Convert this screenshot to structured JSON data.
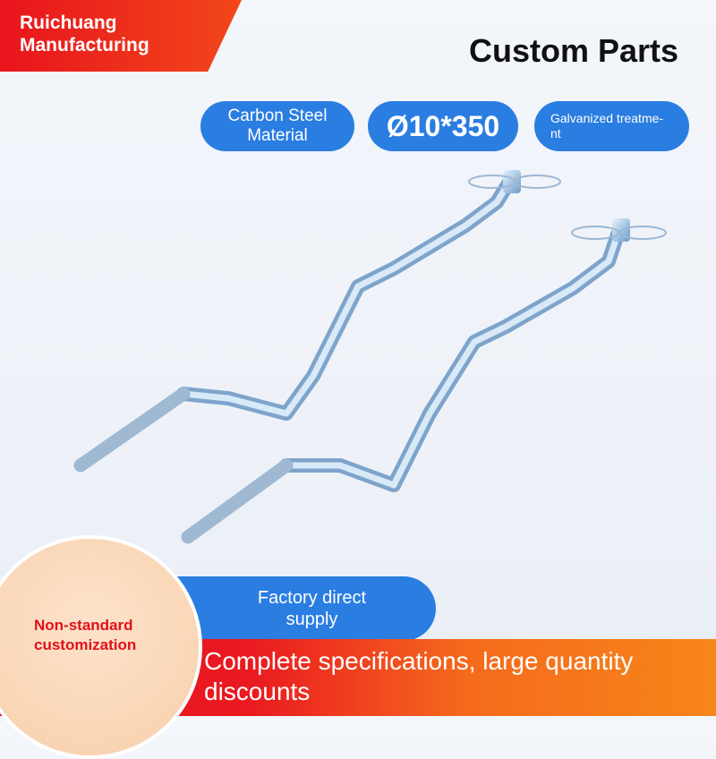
{
  "brand": {
    "line1": "Ruichuang",
    "line2": "Manufacturing"
  },
  "title": "Custom Parts",
  "badges": {
    "material_line1": "Carbon Steel",
    "material_line2": "Material",
    "size": "Ø10*350",
    "treatment_line1": "Galvanized treatme-",
    "treatment_line2": "nt"
  },
  "features": {
    "supply_line1": "Factory direct",
    "supply_line2": "supply",
    "custom_line1": "Non-standard",
    "custom_line2": "customization",
    "discount_line1": "Complete specifications, large quantity",
    "discount_line2": "discounts"
  },
  "colors": {
    "accent_blue": "#2a7de1",
    "brand_red": "#e8141c",
    "orange": "#f7861a",
    "peach": "#f7cfaa"
  }
}
